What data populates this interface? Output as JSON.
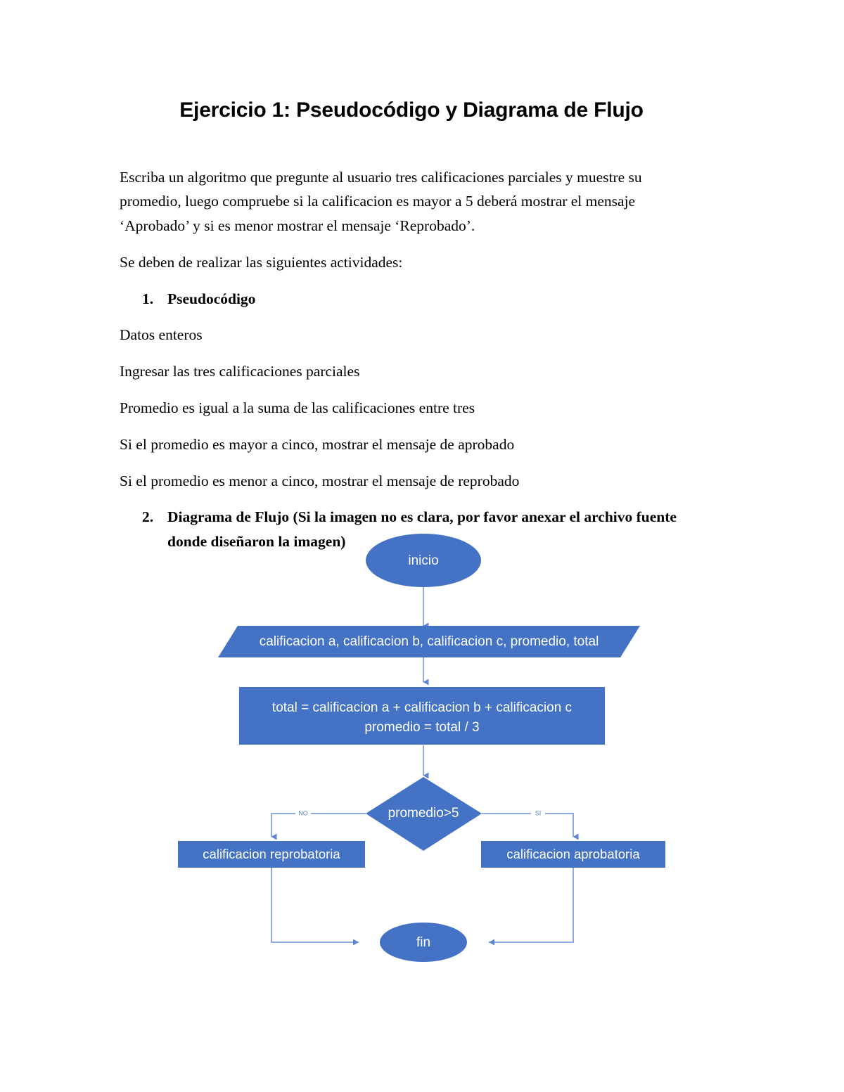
{
  "document": {
    "title": "Ejercicio 1: Pseudocódigo y Diagrama de Flujo",
    "intro_paragraph": "Escriba un algoritmo que pregunte al usuario tres calificaciones parciales y muestre su promedio, luego compruebe si la calificacion es mayor a 5 deberá mostrar el mensaje ‘Aprobado’ y si es menor mostrar el mensaje ‘Reprobado’.",
    "activities_lead": "Se deben de realizar las siguientes actividades:",
    "activities": [
      {
        "number": "1.",
        "label": "Pseudocódigo"
      },
      {
        "number": "2.",
        "label": "Diagrama de Flujo (Si la imagen no es clara, por favor anexar el archivo fuente donde diseñaron la imagen)"
      }
    ],
    "pseudocode_lines": [
      "Datos enteros",
      "Ingresar las tres calificaciones parciales",
      "Promedio es igual a la suma de las calificaciones entre tres",
      "Si el promedio es mayor a cinco, mostrar el mensaje de aprobado",
      "Si el promedio es menor a cinco, mostrar el mensaje de reprobado"
    ]
  },
  "flowchart": {
    "colors": {
      "node_fill": "#4472C4",
      "node_text": "#FFFFFF",
      "connector": "#8FAADC",
      "branch_label": "#5B7FC7"
    },
    "nodes": {
      "start": {
        "shape": "ellipse",
        "label": "inicio"
      },
      "io_declare": {
        "shape": "parallelogram",
        "label": "calificacion a, calificacion b, calificacion c, promedio, total"
      },
      "process": {
        "shape": "rectangle",
        "line1": "total = calificacion a + calificacion b + calificacion c",
        "line2": "promedio = total / 3"
      },
      "decision": {
        "shape": "diamond",
        "label": "promedio>5"
      },
      "result_no": {
        "shape": "rectangle",
        "label": "calificacion reprobatoria"
      },
      "result_yes": {
        "shape": "rectangle",
        "label": "calificacion aprobatoria"
      },
      "end": {
        "shape": "ellipse",
        "label": "fin"
      }
    },
    "branch_labels": {
      "no": "NO",
      "yes": "SI"
    }
  }
}
